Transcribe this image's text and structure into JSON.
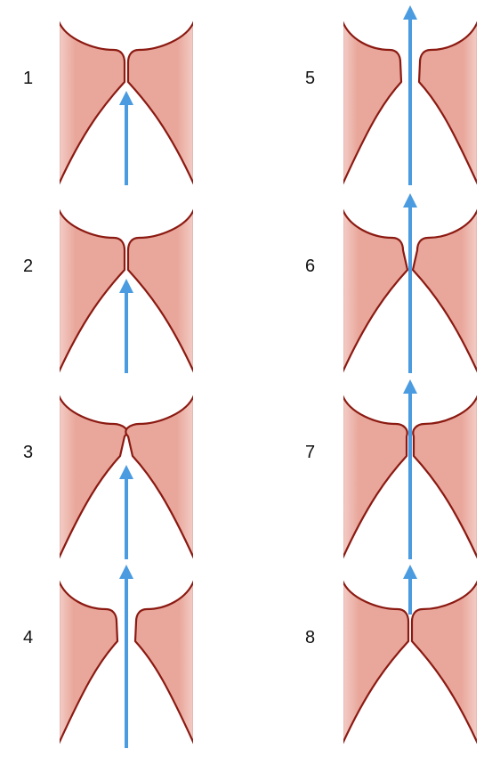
{
  "colors": {
    "tissue_fill": "#e9a79b",
    "tissue_outline": "#8b1a12",
    "airflow_arrow": "#4a9be0",
    "background": "#ffffff"
  },
  "frames": [
    {
      "number": "1",
      "phase": "closed",
      "arrow": "below"
    },
    {
      "number": "2",
      "phase": "closed",
      "arrow": "below"
    },
    {
      "number": "3",
      "phase": "opening-bottom",
      "arrow": "below"
    },
    {
      "number": "4",
      "phase": "open",
      "arrow": "through"
    },
    {
      "number": "5",
      "phase": "open",
      "arrow": "through"
    },
    {
      "number": "6",
      "phase": "closing-bottom",
      "arrow": "through"
    },
    {
      "number": "7",
      "phase": "closing-top",
      "arrow": "through"
    },
    {
      "number": "8",
      "phase": "closed",
      "arrow": "through-short"
    }
  ]
}
